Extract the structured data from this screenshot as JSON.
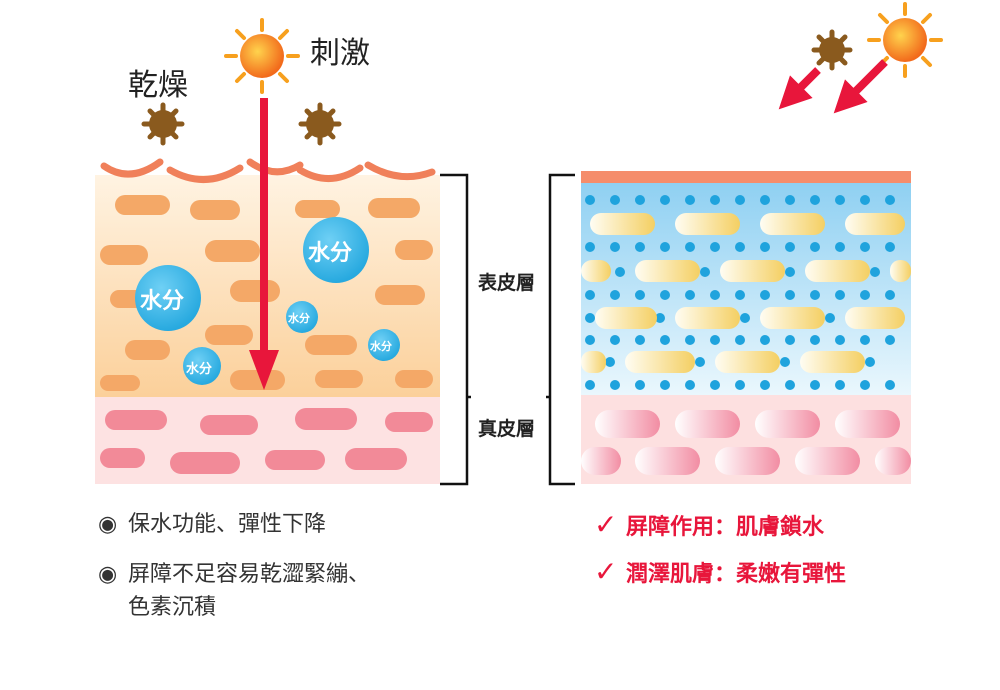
{
  "labels": {
    "dryness": "乾燥",
    "irritation": "刺激",
    "moisture": "水分",
    "epidermis": "表皮層",
    "dermis": "真皮層"
  },
  "notes_left": [
    "保水功能、彈性下降",
    "屏障不足容易乾澀緊繃、",
    "色素沉積"
  ],
  "notes_right": [
    "屏障作用：肌膚鎖水",
    "潤澤肌膚：柔嫩有彈性"
  ],
  "icons": {
    "bullet": "◉",
    "check": "✓",
    "sun": "sun-icon",
    "dust": "dust-particle-icon"
  },
  "colors": {
    "accent": "#e8163b",
    "moisture": "#3cb8e6",
    "epidermis_damaged": "#fbd3a0",
    "dermis": "#fde0e0",
    "cell_orange": "#f2a05a",
    "cell_pink": "#f08a9a",
    "lipid_yellow": "#f7d97a",
    "dust": "#8a5a1e",
    "sun": "#f7931e"
  }
}
